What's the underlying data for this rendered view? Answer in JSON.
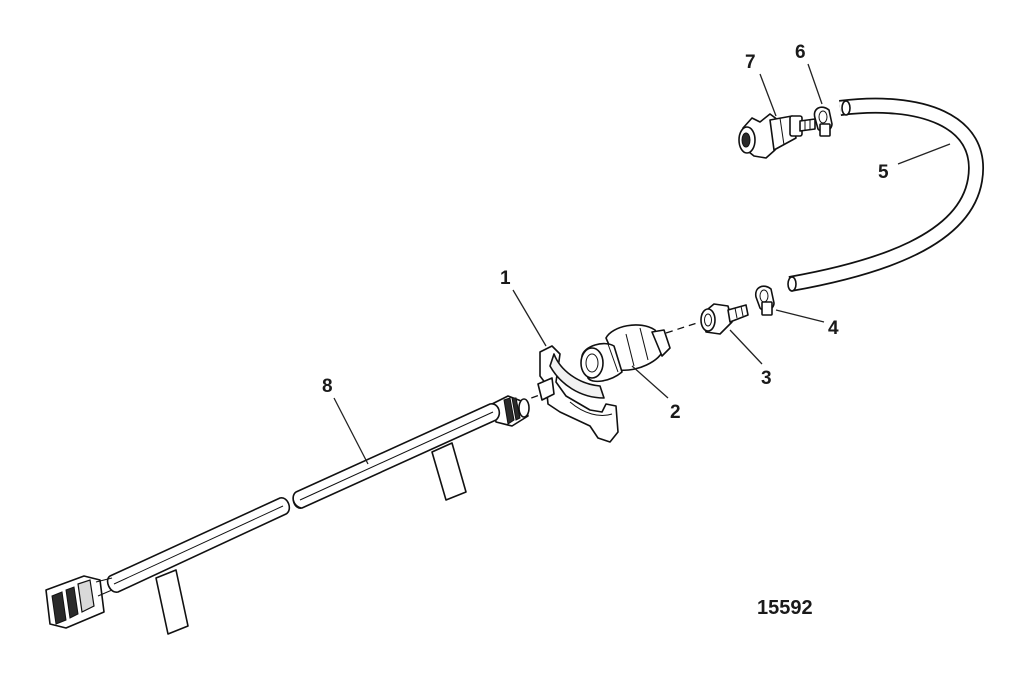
{
  "figure": {
    "id_label": "15592"
  },
  "callouts": [
    {
      "num": "1",
      "part": "bracket-clip"
    },
    {
      "num": "2",
      "part": "pressure-sensor"
    },
    {
      "num": "3",
      "part": "hose-fitting"
    },
    {
      "num": "4",
      "part": "hose-clamp-lower"
    },
    {
      "num": "5",
      "part": "hose"
    },
    {
      "num": "6",
      "part": "hose-clamp-upper"
    },
    {
      "num": "7",
      "part": "quick-connect-fitting"
    },
    {
      "num": "8",
      "part": "wiring-harness"
    }
  ]
}
